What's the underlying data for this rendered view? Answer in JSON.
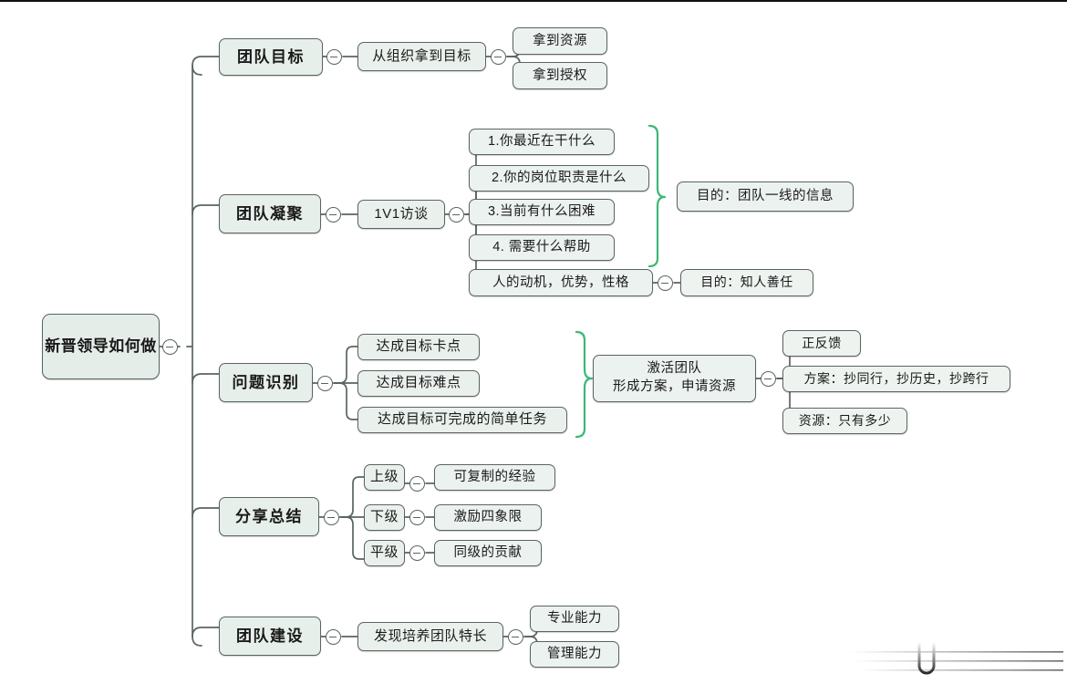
{
  "document": {
    "type": "mind-map",
    "title": "新晋领导如何做",
    "background_color": "#ffffff",
    "node_fill_color": "#e9f0ec",
    "node_border_color": "#5a6462",
    "connector_color": "#5a6462",
    "bracket_color": "#3cb878",
    "toggle_icon": "collapse-minus-icon"
  },
  "root": {
    "line1": "新晋领导",
    "line2": "如何做"
  },
  "branches": [
    {
      "id": "team-goal",
      "label": "团队目标",
      "children": [
        {
          "label": "从组织拿到目标",
          "children": [
            {
              "label": "拿到资源"
            },
            {
              "label": "拿到授权"
            }
          ]
        }
      ]
    },
    {
      "id": "team-cohesion",
      "label": "团队凝聚",
      "children": [
        {
          "label": "1V1访谈",
          "children": [
            {
              "label": "1.你最近在干什么"
            },
            {
              "label": "2.你的岗位职责是什么"
            },
            {
              "label": "3.当前有什么困难"
            },
            {
              "label": "4. 需要什么帮助"
            }
          ],
          "bracket_note": "目的：团队一线的信息"
        },
        {
          "label": "人的动机，优势，性格",
          "note": "目的：知人善任"
        }
      ]
    },
    {
      "id": "problem-identification",
      "label": "问题识别",
      "children": [
        {
          "label": "达成目标卡点"
        },
        {
          "label": "达成目标难点"
        },
        {
          "label": "达成目标可完成的简单任务"
        }
      ],
      "bracket_note": {
        "line1": "激活团队",
        "line2": "形成方案，申请资源"
      },
      "bracket_note_children": [
        {
          "label": "正反馈"
        },
        {
          "label": "方案：抄同行，抄历史，抄跨行"
        },
        {
          "label": "资源：只有多少"
        }
      ]
    },
    {
      "id": "share-summary",
      "label": "分享总结",
      "children": [
        {
          "label": "上级",
          "children": [
            {
              "label": "可复制的经验"
            }
          ]
        },
        {
          "label": "下级",
          "children": [
            {
              "label": "激励四象限"
            }
          ]
        },
        {
          "label": "平级",
          "children": [
            {
              "label": "同级的贡献"
            }
          ]
        }
      ]
    },
    {
      "id": "team-building",
      "label": "团队建设",
      "children": [
        {
          "label": "发现培养团队特长",
          "children": [
            {
              "label": "专业能力"
            },
            {
              "label": "管理能力"
            }
          ]
        }
      ]
    }
  ]
}
